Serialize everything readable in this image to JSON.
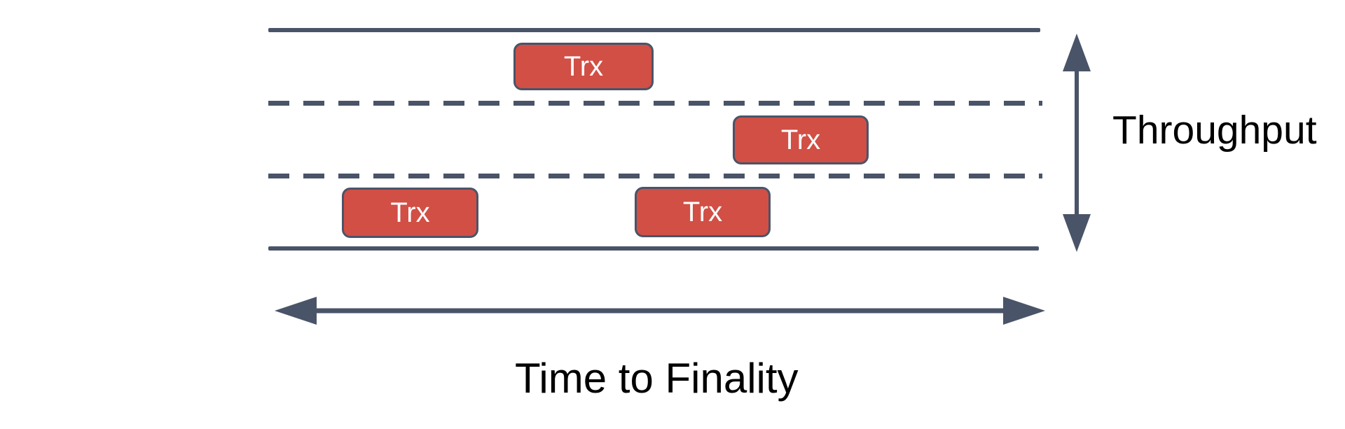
{
  "diagram": {
    "title": "",
    "lanes": {
      "count": 3,
      "boundary_style": "solid",
      "divider_style": "dashed"
    },
    "transactions": [
      {
        "label": "Trx",
        "lane": 1
      },
      {
        "label": "Trx",
        "lane": 2
      },
      {
        "label": "Trx",
        "lane": 3
      },
      {
        "label": "Trx",
        "lane": 3
      }
    ],
    "axes": {
      "vertical_label": "Throughput",
      "horizontal_label": "Time to Finality"
    },
    "icons": {
      "vertical_axis": "double-arrow-vertical-icon",
      "horizontal_axis": "double-arrow-horizontal-icon"
    }
  },
  "colors": {
    "line": "#4A5468",
    "box-fill": "#D14F45",
    "box-border": "#4A5468",
    "box-text": "#FFFFFF",
    "label-text": "#000000",
    "bg": "#FFFFFF"
  }
}
